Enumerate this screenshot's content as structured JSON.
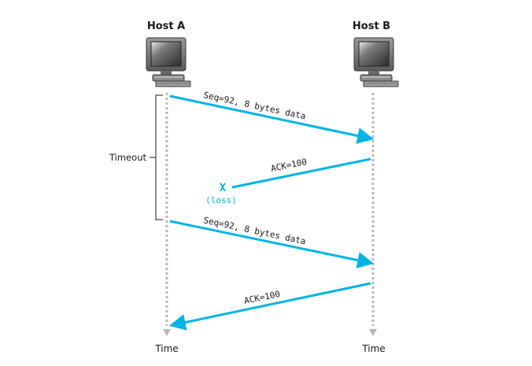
{
  "hosts": {
    "a": {
      "label": "Host A"
    },
    "b": {
      "label": "Host B"
    }
  },
  "time_labels": {
    "a": "Time",
    "b": "Time"
  },
  "timeout": {
    "label": "Timeout"
  },
  "messages": [
    {
      "label": "Seq=92, 8 bytes data",
      "direction": "A-to-B"
    },
    {
      "label": "ACK=100",
      "direction": "B-to-A",
      "lost": true
    },
    {
      "label": "Seq=92, 8 bytes data",
      "direction": "A-to-B"
    },
    {
      "label": "ACK=100",
      "direction": "B-to-A"
    }
  ],
  "loss": {
    "mark": "X",
    "label": "(loss)"
  },
  "colors": {
    "arrow": "#00b4e6",
    "timeline": "#b8b8bc",
    "loss": "#00b4e6",
    "text": "#1a1a1a"
  },
  "icons": {
    "host": "desktop-computer-icon"
  }
}
